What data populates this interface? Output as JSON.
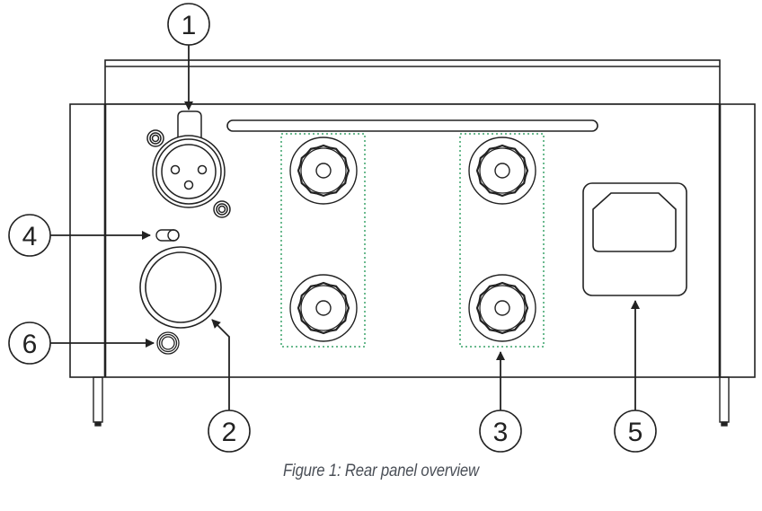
{
  "figure": {
    "caption": "Figure 1: Rear panel overview",
    "highlight_color": "#3aa36a",
    "line_color": "#222222"
  },
  "callouts": [
    {
      "id": "1",
      "label": "1",
      "target": "xlr-input-connector"
    },
    {
      "id": "2",
      "label": "2",
      "target": "round-connector-socket"
    },
    {
      "id": "3",
      "label": "3",
      "target": "speaker-binding-posts"
    },
    {
      "id": "4",
      "label": "4",
      "target": "toggle-switch"
    },
    {
      "id": "5",
      "label": "5",
      "target": "power-inlet"
    },
    {
      "id": "6",
      "label": "6",
      "target": "jack-socket"
    }
  ]
}
